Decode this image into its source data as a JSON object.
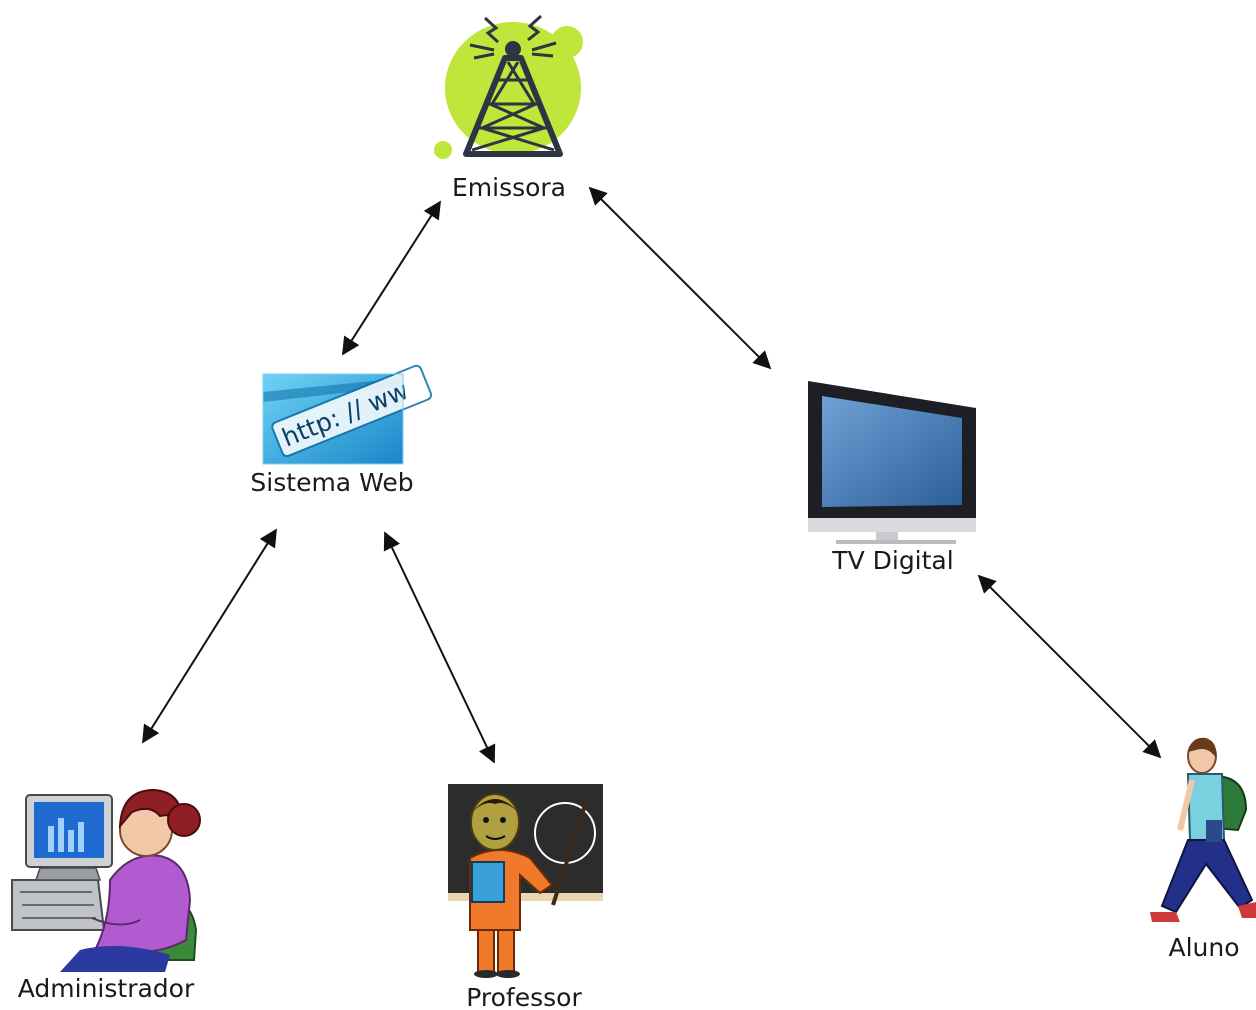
{
  "nodes": {
    "emissora": {
      "label": "Emissora"
    },
    "sistema_web": {
      "label": "Sistema Web",
      "screen_text": "http: // ww"
    },
    "tv_digital": {
      "label": "TV Digital"
    },
    "administrador": {
      "label": "Administrador"
    },
    "professor": {
      "label": "Professor"
    },
    "aluno": {
      "label": "Aluno"
    }
  },
  "edges": [
    {
      "from": "emissora",
      "to": "sistema_web",
      "direction": "both"
    },
    {
      "from": "emissora",
      "to": "tv_digital",
      "direction": "both"
    },
    {
      "from": "sistema_web",
      "to": "administrador",
      "direction": "both"
    },
    {
      "from": "sistema_web",
      "to": "professor",
      "direction": "both"
    },
    {
      "from": "tv_digital",
      "to": "aluno",
      "direction": "both"
    }
  ],
  "colors": {
    "tower_bg": "#bfe63a",
    "tower": "#2d3442",
    "web_blue": "#27a6df",
    "tv_screen": "#3f7eb8",
    "arrow": "#111111"
  }
}
